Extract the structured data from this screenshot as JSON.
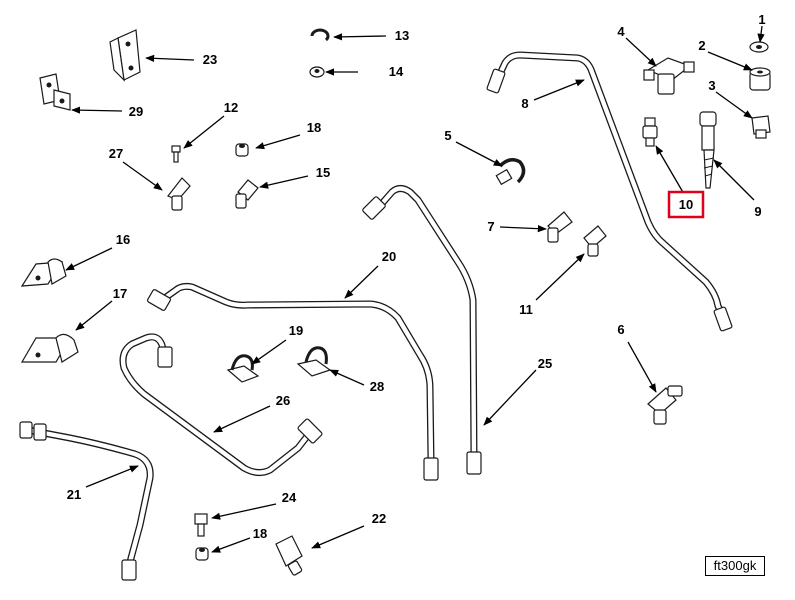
{
  "figure_code": "ft300gk",
  "highlighted_callout": "10",
  "highlight_color": "#e0001b",
  "callouts": {
    "c1": "1",
    "c2": "2",
    "c3": "3",
    "c4": "4",
    "c5": "5",
    "c6": "6",
    "c7": "7",
    "c8": "8",
    "c9": "9",
    "c10": "10",
    "c11": "11",
    "c12": "12",
    "c13": "13",
    "c14": "14",
    "c15": "15",
    "c16": "16",
    "c17": "17",
    "c18a": "18",
    "c18b": "18",
    "c19": "19",
    "c20": "20",
    "c21": "21",
    "c22": "22",
    "c23": "23",
    "c24": "24",
    "c25": "25",
    "c26": "26",
    "c27": "27",
    "c28": "28",
    "c29": "29"
  }
}
